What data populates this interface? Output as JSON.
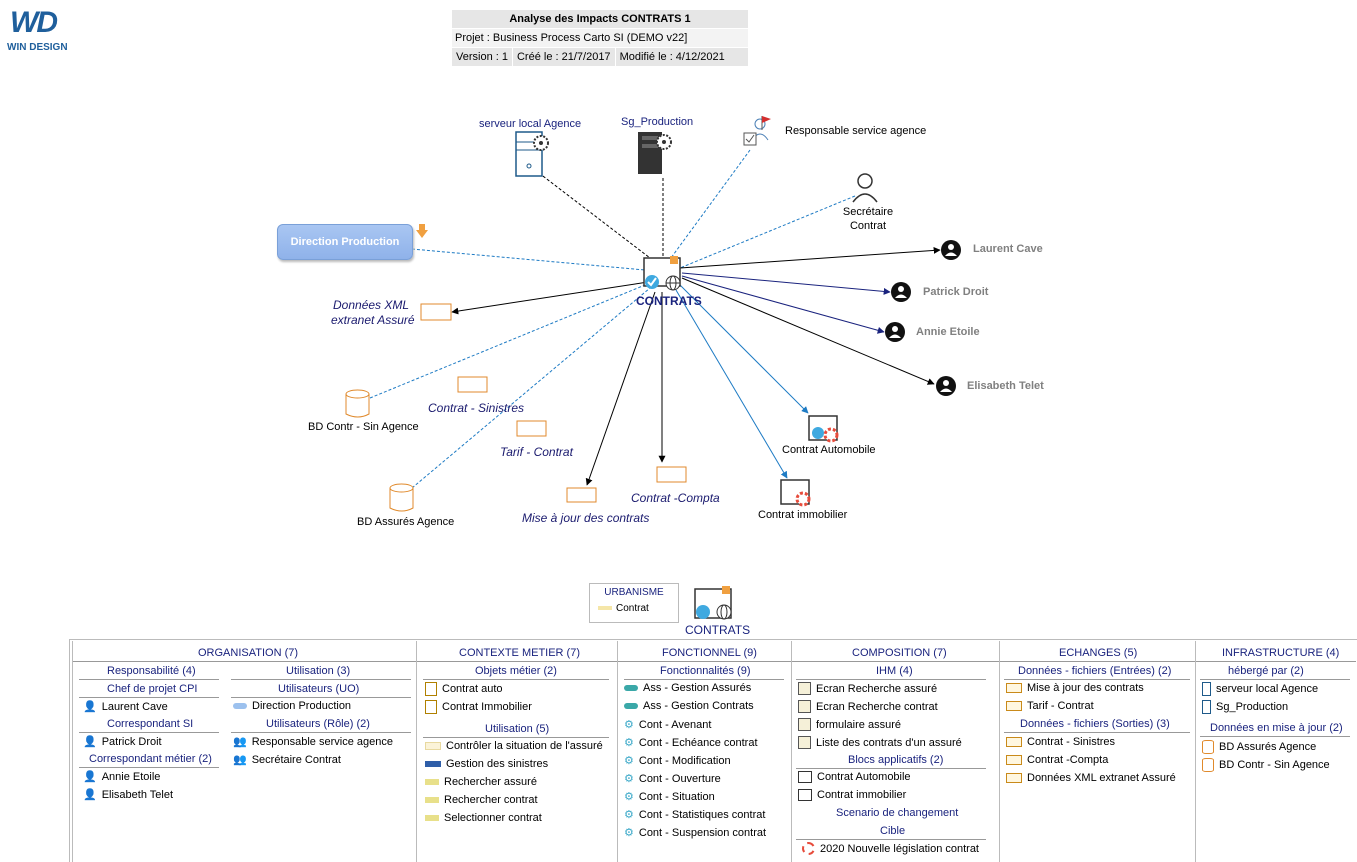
{
  "header": {
    "title": "Analyse des Impacts CONTRATS 1",
    "project": "Projet : Business Process Carto SI (DEMO v22]",
    "version": "Version : 1",
    "created": "Créé le : 21/7/2017",
    "modified": "Modifié le : 4/12/2021"
  },
  "logo": {
    "mark": "WD",
    "text": "WIN DESIGN"
  },
  "diagram": {
    "center": "CONTRATS",
    "server_local": "serveur local  Agence",
    "sg_production": "Sg_Production",
    "resp_service": "Responsable service agence",
    "secretaire": "Secrétaire Contrat",
    "direction": "Direction Production",
    "laurent": "Laurent Cave",
    "patrick": "Patrick Droit",
    "annie": "Annie Etoile",
    "elisabeth": "Elisabeth Telet",
    "donnees_xml_1": "Données XML",
    "donnees_xml_2": "extranet Assuré",
    "contrat_sinistres": "Contrat - Sinistres",
    "tarif_contrat": "Tarif - Contrat",
    "mise_a_jour": "Mise à jour des contrats",
    "contrat_compta": "Contrat -Compta",
    "bd_contr": "BD Contr - Sin Agence",
    "bd_assures": "BD Assurés Agence",
    "contrat_auto": "Contrat Automobile",
    "contrat_immo": "Contrat immobilier"
  },
  "legend": {
    "title": "URBANISME",
    "item": "Contrat",
    "center": "CONTRATS"
  },
  "panel": {
    "organisation": {
      "title": "ORGANISATION (7)",
      "resp": "Responsabilité (4)",
      "chef": "Chef de projet CPI",
      "laurent": "Laurent Cave",
      "corr_si": "Correspondant SI",
      "patrick": "Patrick Droit",
      "corr_metier": "Correspondant métier (2)",
      "annie": "Annie Etoile",
      "elisabeth": "Elisabeth Telet",
      "util": "Utilisation (3)",
      "util_uo": "Utilisateurs (UO)",
      "dirprod": "Direction Production",
      "util_role": "Utilisateurs (Rôle) (2)",
      "resp_agence": "Responsable service agence",
      "secretaire": "Secrétaire Contrat"
    },
    "contexte": {
      "title": "CONTEXTE METIER    (7)",
      "objets": "Objets métier (2)",
      "o1": "Contrat auto",
      "o2": "Contrat Immobilier",
      "util": "Utilisation (5)",
      "u1": "Contrôler la situation de l'assuré",
      "u2": "Gestion des sinistres",
      "u3": "Rechercher assuré",
      "u4": "Rechercher contrat",
      "u5": "Selectionner contrat"
    },
    "fonctionnel": {
      "title": "FONCTIONNEL (9)",
      "sub": "Fonctionnalités (9)",
      "items": [
        "Ass - Gestion Assurés",
        "Ass - Gestion Contrats",
        "Cont - Avenant",
        "Cont - Echéance contrat",
        "Cont - Modification",
        "Cont - Ouverture",
        "Cont - Situation",
        "Cont - Statistiques contrat",
        "Cont - Suspension contrat"
      ]
    },
    "composition": {
      "title": "COMPOSITION (7)",
      "ihm": "IHM (4)",
      "ihm_items": [
        "Ecran Recherche assuré",
        "Ecran Recherche contrat",
        "formulaire assuré",
        "Liste des contrats d'un assuré"
      ],
      "blocs": "Blocs applicatifs (2)",
      "blocs_items": [
        "Contrat Automobile",
        "Contrat immobilier"
      ],
      "scenario": "Scenario de changement",
      "cible": "Cible",
      "cible_item": "2020 Nouvelle législation contrat"
    },
    "echanges": {
      "title": "ECHANGES (5)",
      "entrees": "Données - fichiers (Entrées) (2)",
      "entrees_items": [
        "Mise à jour des contrats",
        "Tarif - Contrat"
      ],
      "sorties": "Données - fichiers (Sorties) (3)",
      "sorties_items": [
        "Contrat - Sinistres",
        "Contrat -Compta",
        "Données XML extranet Assuré"
      ]
    },
    "infrastructure": {
      "title": "INFRASTRUCTURE (4)",
      "heberge": "hébergé par (2)",
      "heberge_items": [
        "serveur local  Agence",
        "Sg_Production"
      ],
      "donnees": "Données en mise à jour (2)",
      "donnees_items": [
        "BD Assurés Agence",
        "BD Contr - Sin Agence"
      ]
    }
  }
}
